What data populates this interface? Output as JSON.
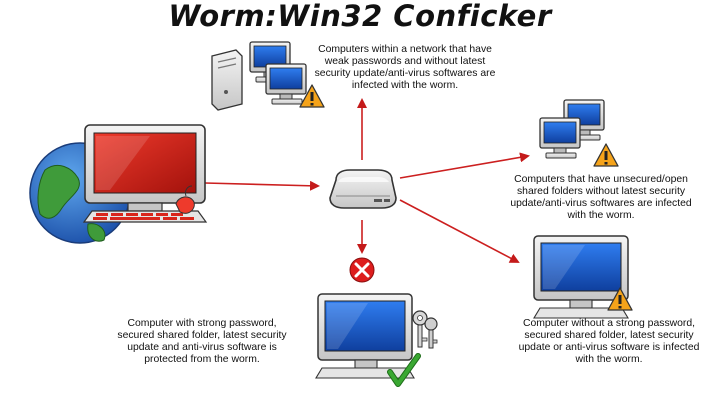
{
  "title": "Worm:Win32 Conficker",
  "captions": {
    "top": [
      "Computers within a network that have",
      "weak passwords and without latest",
      "security update/anti-virus softwares are",
      "infected with the worm."
    ],
    "right_upper": [
      "Computers that have unsecured/open",
      "shared folders without latest security",
      "update/anti-virus softwares are infected",
      "with the worm."
    ],
    "right_lower": [
      "Computer without a strong password,",
      "secured shared folder, latest security",
      "update or anti-virus software is infected",
      "with the worm."
    ],
    "left_lower": [
      "Computer with strong password,",
      "secured shared folder, latest security",
      "update and anti-virus software is",
      "protected from the worm."
    ]
  },
  "icons": {
    "infected_source": "infected-computer-with-globe-icon",
    "hub": "network-hub-icon",
    "warning": "warning-triangle-icon",
    "blocked": "red-x-circle-icon",
    "protected": "green-checkmark-icon",
    "keys": "keys-icon"
  },
  "colors": {
    "arrow": "#cc1f1f",
    "infected_screen": "#d9261c",
    "screen_blue": "#1a5fd0",
    "warning": "#f5a31a",
    "blocked": "#dd1e1e",
    "check": "#3aa832"
  }
}
